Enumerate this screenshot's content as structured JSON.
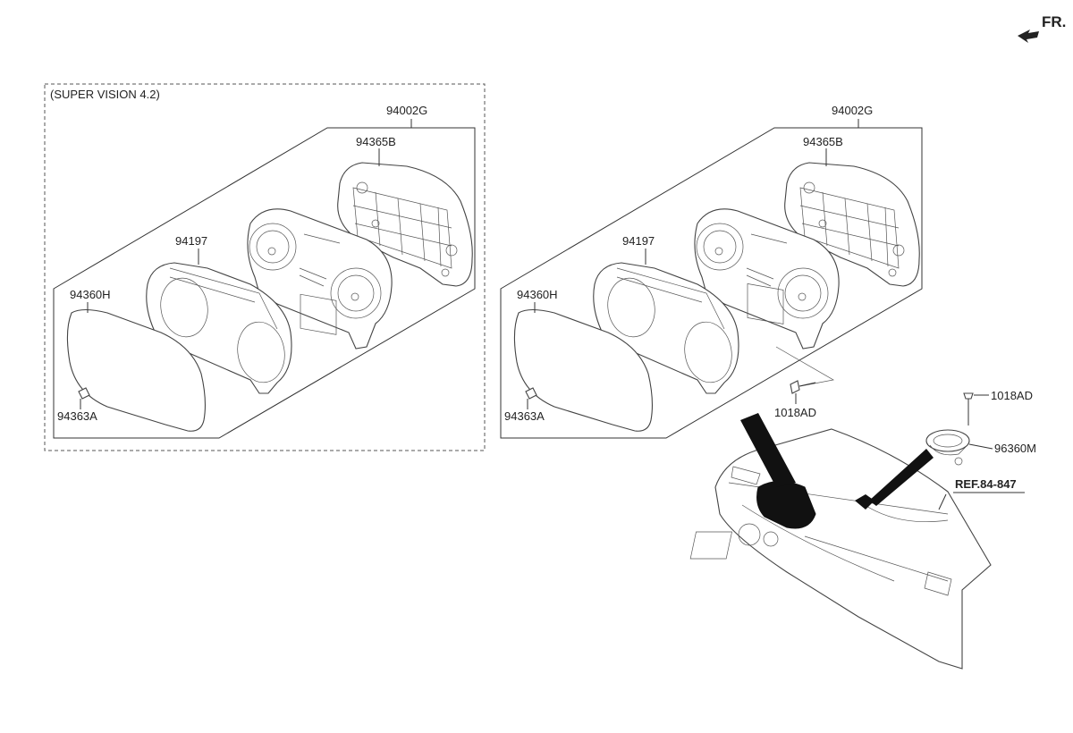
{
  "direction": {
    "label": "FR."
  },
  "left_group": {
    "variant_label": "(SUPER VISION 4.2)",
    "assembly": "94002G",
    "rear_case": "94365B",
    "lens_bezel": "94197",
    "front_glass": "94360H",
    "clip": "94363A"
  },
  "right_group": {
    "assembly": "94002G",
    "rear_case": "94365B",
    "lens_bezel": "94197",
    "front_glass": "94360H",
    "clip": "94363A",
    "screw": "1018AD"
  },
  "dash_parts": {
    "screw": "1018AD",
    "speaker": "96360M",
    "reference": "REF.84-847"
  }
}
